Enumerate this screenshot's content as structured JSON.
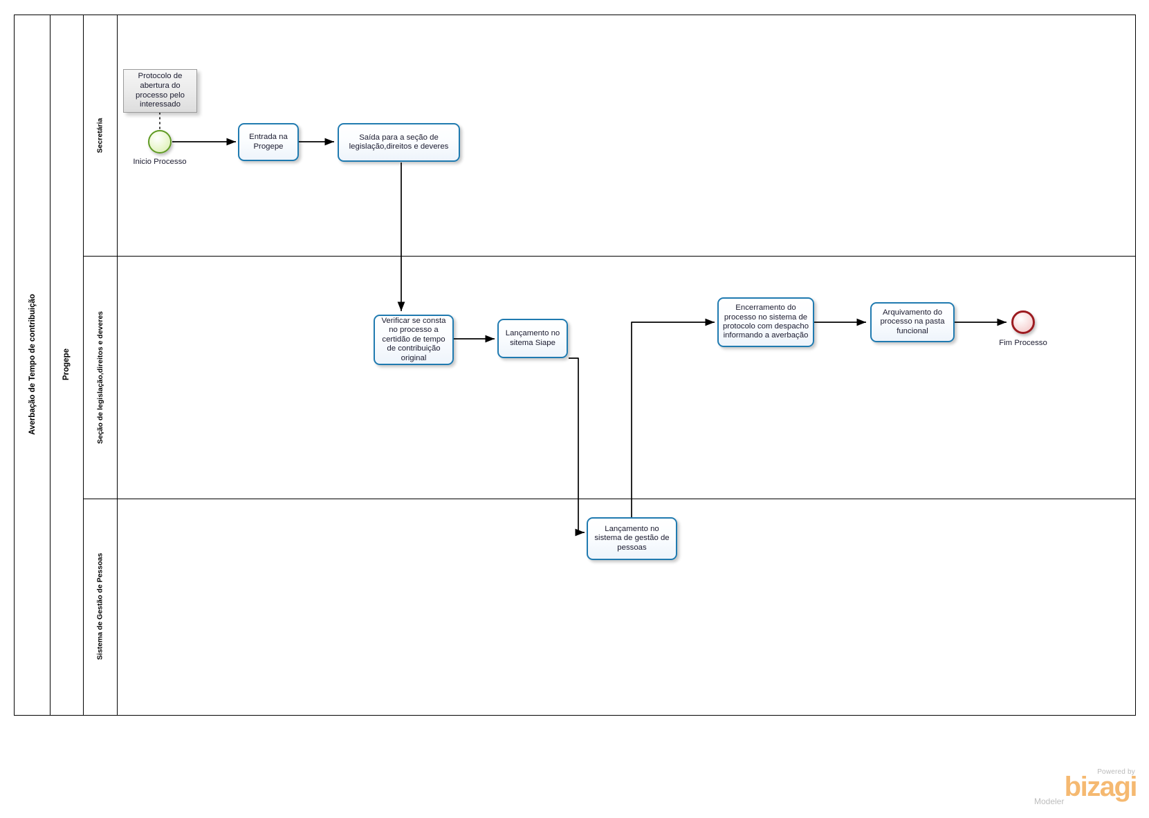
{
  "diagram": {
    "title": "Averbação de Tempo de contribuição",
    "participant": "Progepe",
    "type": "bpmn-process-diagram",
    "lanes": [
      {
        "id": "lane-secretaria",
        "label": "Secretária"
      },
      {
        "id": "lane-secao",
        "label": "Seção de legislação,direitos e deveres"
      },
      {
        "id": "lane-sgp",
        "label": "Sistema de Gestão de Pessoas"
      }
    ],
    "events": [
      {
        "id": "start-event",
        "label": "Inicio Processo",
        "kind": "start",
        "color": "#5f9a23"
      },
      {
        "id": "end-event",
        "label": "Fim Processo",
        "kind": "end",
        "color": "#9c1b20"
      }
    ],
    "annotations": [
      {
        "id": "annotation-protocolo",
        "text": "Protocolo de abertura do processo pelo interessado"
      }
    ],
    "tasks": [
      {
        "id": "task-entrada-progepe",
        "label": "Entrada na Progepe",
        "lane": "lane-secretaria"
      },
      {
        "id": "task-saida-secao",
        "label": "Saída para a seção de legislação,direitos e deveres",
        "lane": "lane-secretaria"
      },
      {
        "id": "task-verificar-certidao",
        "label": "Verificar se consta no processo a certidão de tempo de contribuição original",
        "lane": "lane-secao"
      },
      {
        "id": "task-lancamento-siape",
        "label": "Lançamento no sitema Siape",
        "lane": "lane-secao"
      },
      {
        "id": "task-encerramento",
        "label": "Encerramento do processo no sistema de protocolo com despacho informando a averbação",
        "lane": "lane-secao"
      },
      {
        "id": "task-arquivamento",
        "label": "Arquivamento do processo na pasta funcional",
        "lane": "lane-secao"
      },
      {
        "id": "task-lancamento-gestao-pessoas",
        "label": "Lançamento no sistema de gestão de pessoas",
        "lane": "lane-sgp"
      }
    ],
    "colors": {
      "task_border": "#1f7ab0",
      "task_fill": "#f4f8fd",
      "start_border": "#5f9a23",
      "end_border": "#9c1b20",
      "annotation_fill": "#eaeaea",
      "pool_border": "#000000",
      "brand_orange": "#f5b971"
    }
  },
  "watermark": {
    "powered": "Powered by",
    "brand": "bizagi",
    "product": "Modeler"
  }
}
